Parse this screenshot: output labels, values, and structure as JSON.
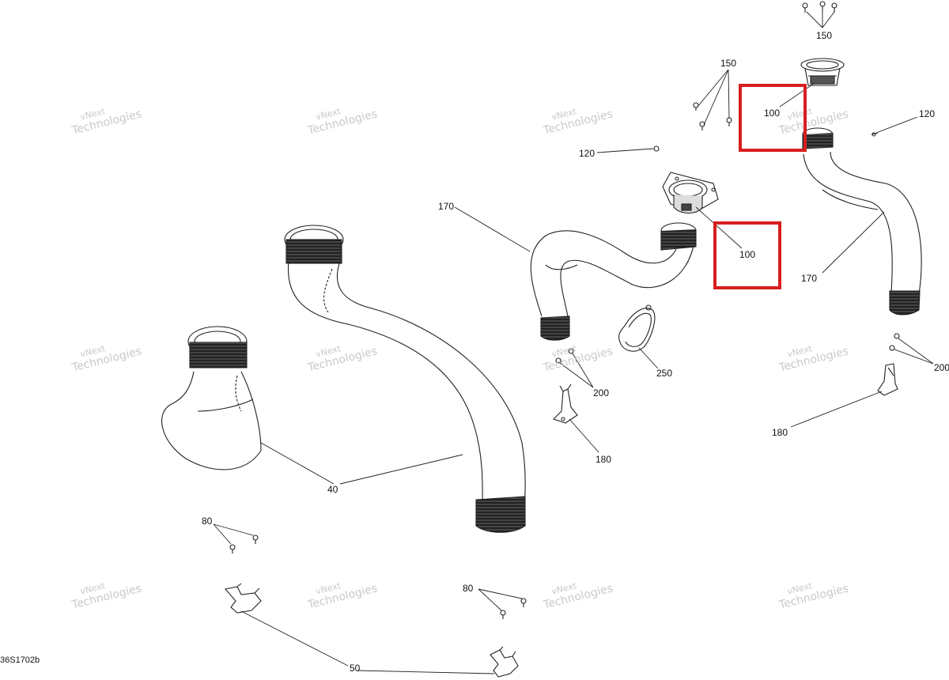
{
  "diagram": {
    "reference": "36S1702b",
    "highlight_color": "#d81e1e",
    "watermark": {
      "line1": "vNext",
      "line2": "Technologies",
      "line_alt": "vNext Technologies"
    },
    "callouts": {
      "c150a": "150",
      "c150b": "150",
      "c120a": "120",
      "c120b": "120",
      "c100a": "100",
      "c100b": "100",
      "c170a": "170",
      "c170b": "170",
      "c200a": "200",
      "c200b": "200",
      "c250": "250",
      "c180a": "180",
      "c180b": "180",
      "c40": "40",
      "c80a": "80",
      "c80b": "80",
      "c50": "50"
    }
  }
}
